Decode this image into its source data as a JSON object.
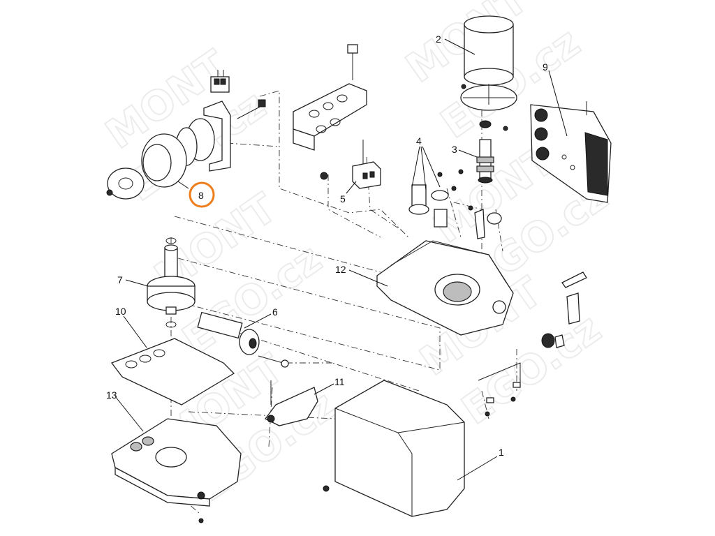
{
  "labels": {
    "p1": "1",
    "p2": "2",
    "p3": "3",
    "p4": "4",
    "p5": "5",
    "p6": "6",
    "p7": "7",
    "p8": "8",
    "p9": "9",
    "p10": "10",
    "p11": "11",
    "p12": "12",
    "p13": "13"
  },
  "highlight": {
    "part": "8",
    "color": "#ee7d1a"
  },
  "watermark": {
    "line1": "MONT",
    "line2": "EGO.cz"
  }
}
